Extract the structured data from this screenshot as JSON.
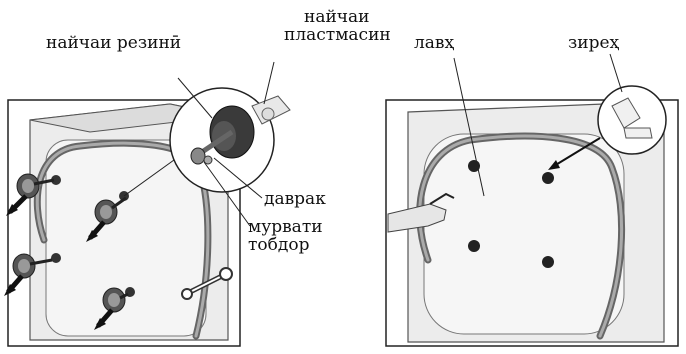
{
  "labels": {
    "rubber_sleeve": "найчаи резинӣ",
    "plastic_sleeve_line1": "найчаи",
    "plastic_sleeve_line2": "пластмасин",
    "panel": "лавҳ",
    "plug": "зиреҳ",
    "sleeve": "даврак",
    "bolt_line1": "мурвати",
    "bolt_line2": "тобдор"
  }
}
